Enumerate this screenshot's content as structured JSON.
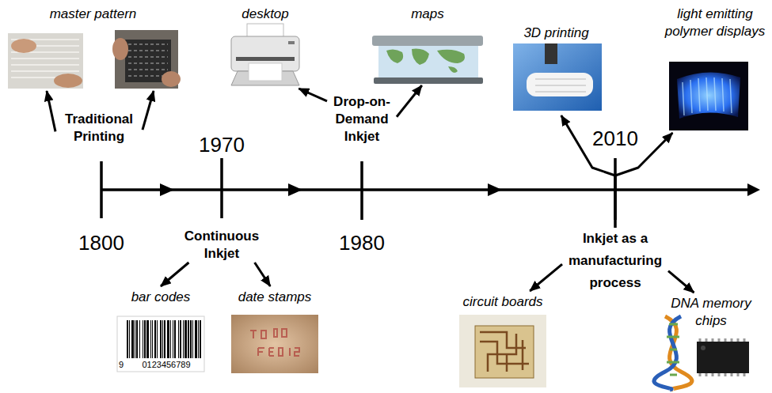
{
  "diagram": {
    "nodes": [
      {
        "text": [
          "Traditional Printing"
        ]
      },
      {
        "text": [
          "master pattern"
        ]
      },
      {
        "text": [
          "Continuous Inkjet"
        ]
      },
      {
        "text": [
          "bar codes"
        ]
      },
      {
        "text": [
          "date stamps"
        ]
      },
      {
        "text": [
          "Drop-on-Demand Inkjet"
        ]
      },
      {
        "text": [
          "desktop"
        ]
      },
      {
        "text": [
          "maps"
        ]
      },
      {
        "text": [
          "Inkjet as a manufacturing process"
        ]
      },
      {
        "text": [
          "3D printing"
        ]
      },
      {
        "text": [
          "light emitting polymer displays"
        ]
      },
      {
        "text": [
          "circuit boards"
        ]
      },
      {
        "text": [
          "DNA memory chips"
        ]
      }
    ],
    "edges": [
      {
        "from": 0,
        "to": 1,
        "arrow": "to"
      },
      {
        "from": 0,
        "to": 1,
        "arrow": "to"
      },
      {
        "from": 2,
        "to": 3,
        "arrow": "to"
      },
      {
        "from": 2,
        "to": 4,
        "arrow": "to"
      },
      {
        "from": 5,
        "to": 6,
        "arrow": "to"
      },
      {
        "from": 5,
        "to": 7,
        "arrow": "to"
      },
      {
        "from": 8,
        "to": 9,
        "arrow": "to"
      },
      {
        "from": 8,
        "to": 10,
        "arrow": "to"
      },
      {
        "from": 8,
        "to": 11,
        "arrow": "to"
      },
      {
        "from": 8,
        "to": 12,
        "arrow": "to"
      }
    ],
    "labels": [
      "1800",
      "1970",
      "1980",
      "2010",
      "9",
      "0123456789"
    ]
  }
}
